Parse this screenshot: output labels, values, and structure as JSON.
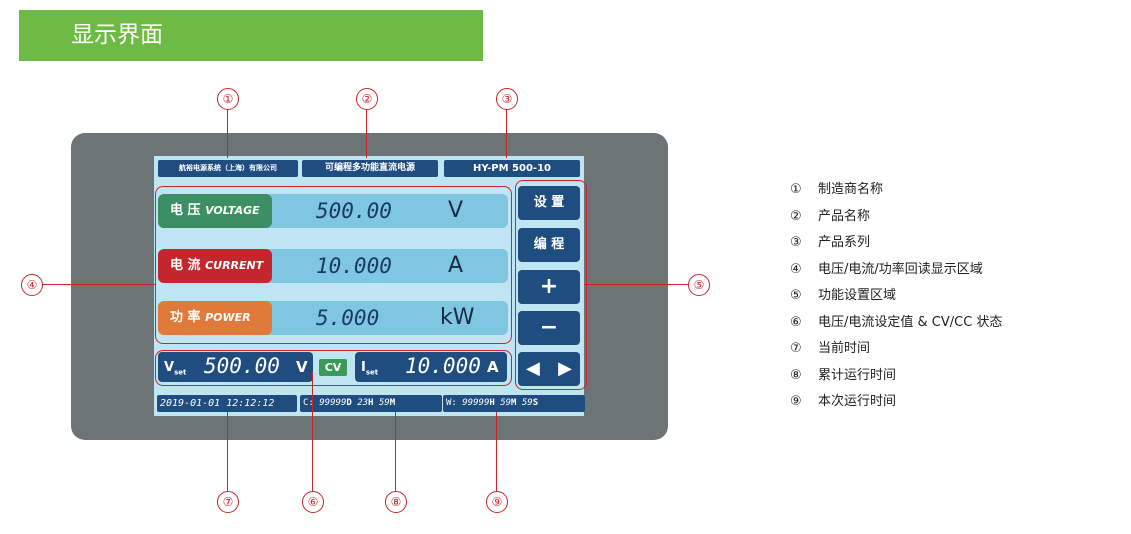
{
  "header": {
    "title": "显示界面"
  },
  "screen": {
    "manufacturer": "航裕电源系统（上海）有限公司",
    "product_name": "可编程多功能直流电源",
    "series": "HY-PM 500-10",
    "voltage": {
      "label_cn": "电 压",
      "label_en": "VOLTAGE",
      "value": "500.00",
      "unit": "V",
      "color": "#3c8f63"
    },
    "current": {
      "label_cn": "电 流",
      "label_en": "CURRENT",
      "value": "10.000",
      "unit": "A",
      "color": "#c4262e"
    },
    "power": {
      "label_cn": "功 率",
      "label_en": "POWER",
      "value": "5.000",
      "unit": "kW",
      "color": "#e07a3a"
    },
    "buttons": {
      "settings": "设 置",
      "program": "编 程",
      "plus": "+",
      "minus": "−",
      "left": "◀",
      "right": "▶"
    },
    "vset": {
      "label": "V",
      "sub": "set",
      "value": "500.00",
      "unit": "V"
    },
    "mode": "CV",
    "iset": {
      "label": "I",
      "sub": "set",
      "value": "10.000",
      "unit": "A"
    },
    "clock": "2019-01-01 12:12:12",
    "cumulative": {
      "prefix": "C:",
      "num": "99999",
      "d": "D",
      "h_num": "23",
      "h": "H",
      "m_num": "59",
      "m": "M"
    },
    "current_run": {
      "prefix": "W:",
      "num": "99999",
      "h": "H",
      "m_num": "59",
      "m": "M",
      "s_num": "59",
      "s": "S"
    }
  },
  "callouts": [
    "①",
    "②",
    "③",
    "④",
    "⑤",
    "⑥",
    "⑦",
    "⑧",
    "⑨"
  ],
  "legend": [
    {
      "num": "①",
      "text": "制造商名称"
    },
    {
      "num": "②",
      "text": "产品名称"
    },
    {
      "num": "③",
      "text": "产品系列"
    },
    {
      "num": "④",
      "text": "电压/电流/功率回读显示区域"
    },
    {
      "num": "⑤",
      "text": "功能设置区域"
    },
    {
      "num": "⑥",
      "text": "电压/电流设定值 & CV/CC 状态"
    },
    {
      "num": "⑦",
      "text": "当前时间"
    },
    {
      "num": "⑧",
      "text": "累计运行时间"
    },
    {
      "num": "⑨",
      "text": "本次运行时间"
    }
  ]
}
